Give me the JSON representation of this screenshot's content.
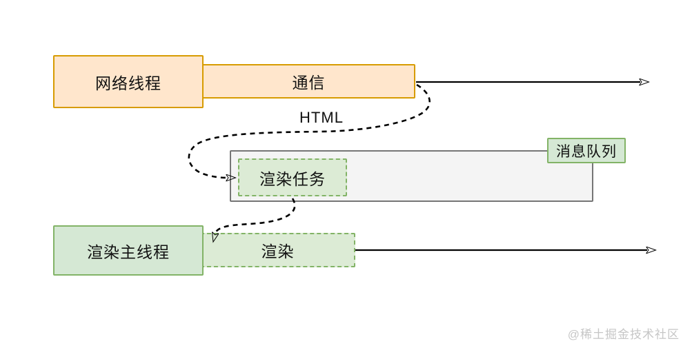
{
  "diagram": {
    "network_row": {
      "thread_label": "网络线程",
      "task_label": "通信"
    },
    "transfer_label": "HTML",
    "queue": {
      "label": "消息队列",
      "task_label": "渲染任务"
    },
    "render_row": {
      "thread_label": "渲染主线程",
      "task_label": "渲染"
    },
    "watermark": "@稀土掘金技术社区"
  },
  "palette": {
    "orange_fill": "#ffe6cc",
    "orange_border": "#d79b00",
    "green_fill": "#d5e8d4",
    "green_fill_light": "#dcebd5",
    "green_border": "#82b366",
    "gray_fill": "#f4f4f4",
    "gray_border": "#757575",
    "arrow_color": "#000000",
    "watermark_color": "#c6c6c6"
  }
}
